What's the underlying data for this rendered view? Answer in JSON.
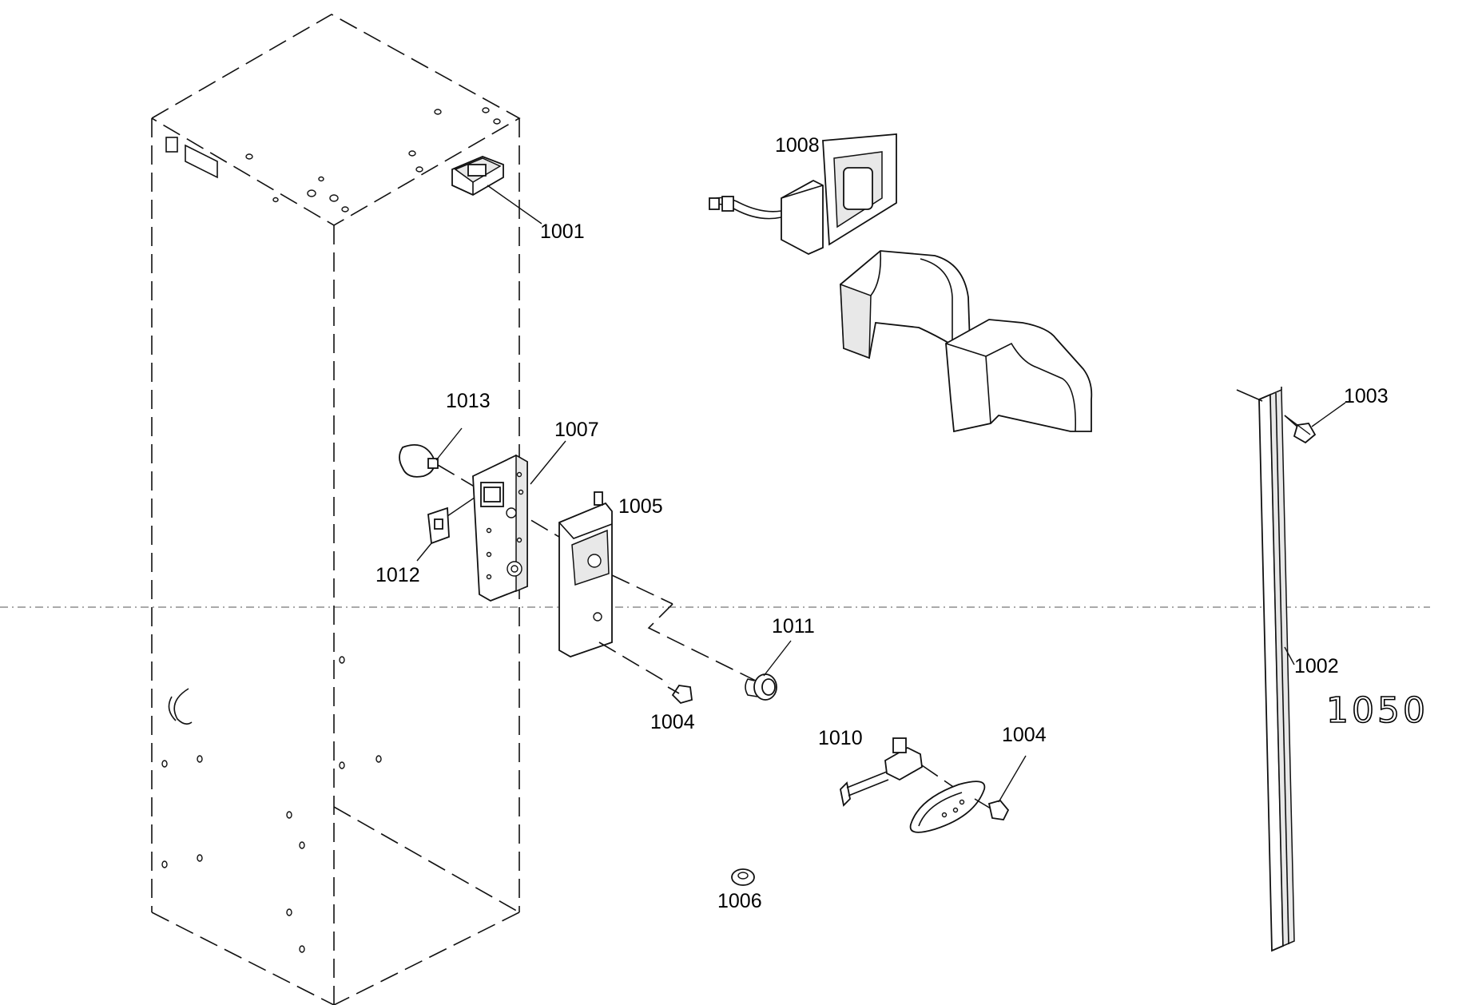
{
  "labels": {
    "l1001": "1001",
    "l1002": "1002",
    "l1003": "1003",
    "l1004a": "1004",
    "l1004b": "1004",
    "l1005": "1005",
    "l1006": "1006",
    "l1007": "1007",
    "l1008": "1008",
    "l1010": "1010",
    "l1011": "1011",
    "l1012": "1012",
    "l1013": "1013"
  },
  "handwritten_note": "1050"
}
